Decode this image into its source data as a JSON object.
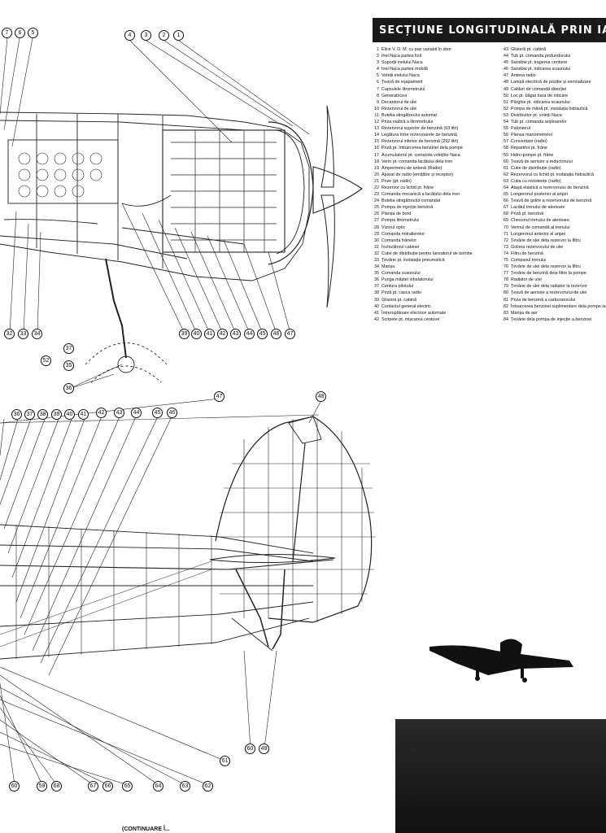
{
  "title": "SECȚIUNE LONGITUDINALĂ PRIN IAR—",
  "legend": [
    {
      "n": "1",
      "t": "Elice V. D. M. cu pas variabil în sbor"
    },
    {
      "n": "2",
      "t": "Inel Naca partea fixă"
    },
    {
      "n": "3",
      "t": "Suporții inelului Naca"
    },
    {
      "n": "4",
      "t": "Inel Naca partea mobilă"
    },
    {
      "n": "5",
      "t": "Voleții inelului Naca"
    },
    {
      "n": "6",
      "t": "Țeavă de eșapament"
    },
    {
      "n": "7",
      "t": "Capsulele litrometrului"
    },
    {
      "n": "8",
      "t": "Generatricea"
    },
    {
      "n": "9",
      "t": "Decantorul de ulei"
    },
    {
      "n": "10",
      "t": "Rezervorul de ulei"
    },
    {
      "n": "11",
      "t": "Butelia stingătorului automat"
    },
    {
      "n": "12",
      "t": "Priza statică a litrometrului"
    },
    {
      "n": "13",
      "t": "Rezervorul superior de benzină (63 litri)"
    },
    {
      "n": "14",
      "t": "Legătura între rezervoarele de benzină"
    },
    {
      "n": "15",
      "t": "Rezervorul inferior de benzină (292 litri)"
    },
    {
      "n": "16",
      "t": "Priză pt. întoarcerea benzinei dela pompe"
    },
    {
      "n": "17",
      "t": "Acumulatorul pt. comanda voleților Naca"
    },
    {
      "n": "18",
      "t": "Verin pt. comanda lacătului dela tren"
    },
    {
      "n": "19",
      "t": "Ampermetru de antenă (Radio)"
    },
    {
      "n": "20",
      "t": "Aparat de radio (emițător și receptor)"
    },
    {
      "n": "21",
      "t": "Prize (pt. radio)"
    },
    {
      "n": "22",
      "t": "Rezervor cu lichid pt. frâne"
    },
    {
      "n": "23",
      "t": "Comanda mecanică a lacătului dela tren"
    },
    {
      "n": "24",
      "t": "Butelia stingătorului comandat"
    },
    {
      "n": "25",
      "t": "Pompa de injecție benzină"
    },
    {
      "n": "26",
      "t": "Planșa de bord"
    },
    {
      "n": "27",
      "t": "Pompa litrometrului"
    },
    {
      "n": "28",
      "t": "Vizorul optic"
    },
    {
      "n": "29",
      "t": "Comanda mitralierelor"
    },
    {
      "n": "30",
      "t": "Comanda frânelor"
    },
    {
      "n": "31",
      "t": "Închizătorul cabinei"
    },
    {
      "n": "32",
      "t": "Cutie de distribuție pentru lansatorul de bombe"
    },
    {
      "n": "33",
      "t": "Țevărie pt. instalația pneumatică"
    },
    {
      "n": "34",
      "t": "Manșa"
    },
    {
      "n": "35",
      "t": "Comanda scaunului"
    },
    {
      "n": "36",
      "t": "Punga măștei inhalatorului"
    },
    {
      "n": "37",
      "t": "Centura pilotului"
    },
    {
      "n": "38",
      "t": "Priză pt. casca radio"
    },
    {
      "n": "39",
      "t": "Glisieră pt. cabină"
    },
    {
      "n": "40",
      "t": "Contactul general electric"
    },
    {
      "n": "41",
      "t": "Întrerupătoare electrice automate"
    },
    {
      "n": "42",
      "t": "Scripete pt. mișcarea centurei"
    },
    {
      "n": "43",
      "t": "Glisieră pt. cabină"
    },
    {
      "n": "44",
      "t": "Tub pt. comanda profundorului"
    },
    {
      "n": "45",
      "t": "Sandow pt. tragerea centurei"
    },
    {
      "n": "46",
      "t": "Sandow pt. ridicarea scaunului"
    },
    {
      "n": "47",
      "t": "Antena radio"
    },
    {
      "n": "48",
      "t": "Lampă electrică de poziție și semnalizare"
    },
    {
      "n": "49",
      "t": "Cabluri de comandă direcției"
    },
    {
      "n": "50",
      "t": "Loc pt. băgat bara de ridicare"
    },
    {
      "n": "51",
      "t": "Pârghie pt. ridicarea scaunului"
    },
    {
      "n": "52",
      "t": "Pompa de mână pt. instalația hidraulică"
    },
    {
      "n": "53",
      "t": "Distribuitor pt. voleții Naca"
    },
    {
      "n": "54",
      "t": "Tub pt. comanda aripioarelor"
    },
    {
      "n": "55",
      "t": "Palonierul"
    },
    {
      "n": "56",
      "t": "Planșa manometrelor"
    },
    {
      "n": "57",
      "t": "Convertizor (radio)"
    },
    {
      "n": "58",
      "t": "Repartitor pt. frâne"
    },
    {
      "n": "59",
      "t": "Hidro-pompe pt. frâne"
    },
    {
      "n": "60",
      "t": "Țeavă de aerisire a reductorului"
    },
    {
      "n": "61",
      "t": "Cutie de distribuție (radio)"
    },
    {
      "n": "62",
      "t": "Rezervorul cu lichid pt. instalația hidraulică"
    },
    {
      "n": "63",
      "t": "Cutia cu rezistențe (radio)"
    },
    {
      "n": "64",
      "t": "Atașă elastică a rezervorului de benzină"
    },
    {
      "n": "65",
      "t": "Longeronul posterior al aripei"
    },
    {
      "n": "66",
      "t": "Țeavă de golire a rezervorului de benzină"
    },
    {
      "n": "67",
      "t": "Lacătul trenului de aterisare"
    },
    {
      "n": "68",
      "t": "Priză pt. benzină"
    },
    {
      "n": "69",
      "t": "Chesonul trenului de aterisare"
    },
    {
      "n": "70",
      "t": "Verinul de comandă al trenului"
    },
    {
      "n": "71",
      "t": "Longeronul anterior al aripei"
    },
    {
      "n": "72",
      "t": "Țevărie de ulei dela rezervor la filtru"
    },
    {
      "n": "73",
      "t": "Golirea rezervorului de ulei"
    },
    {
      "n": "74",
      "t": "Filtru de benzină"
    },
    {
      "n": "75",
      "t": "Compasul trenului"
    },
    {
      "n": "76",
      "t": "Țevărie de ulei dela rezervor la filtru"
    },
    {
      "n": "77",
      "t": "Țevărie de benzină dela filtre la pompe"
    },
    {
      "n": "78",
      "t": "Radiator de ulei"
    },
    {
      "n": "79",
      "t": "Țevărie de ulei dela radiator la rezervor"
    },
    {
      "n": "80",
      "t": "Țeavă de aerisire a rezervorului de ulei"
    },
    {
      "n": "81",
      "t": "Priza de benzină a carburatorului"
    },
    {
      "n": "82",
      "t": "Întoarcerea benzinei suplimentare dela pompe la rezervor"
    },
    {
      "n": "83",
      "t": "Manșa de aer"
    },
    {
      "n": "84",
      "t": "Țevărie dela pompa de injecție a benzinei"
    }
  ],
  "callouts_top": [
    "7",
    "6",
    "5",
    "4",
    "3",
    "2",
    "1",
    "32",
    "33",
    "34",
    "52",
    "37",
    "35",
    "36",
    "39",
    "40",
    "41",
    "42",
    "43",
    "44",
    "45",
    "46",
    "47"
  ],
  "callouts_bottom": [
    "36",
    "37",
    "38",
    "39",
    "40",
    "41",
    "42",
    "43",
    "44",
    "45",
    "46",
    "47",
    "48",
    "60",
    "49",
    "61",
    "60",
    "59",
    "68",
    "67",
    "66",
    "65",
    "64",
    "63",
    "62"
  ],
  "footer": "(CONTINUARE Î..."
}
